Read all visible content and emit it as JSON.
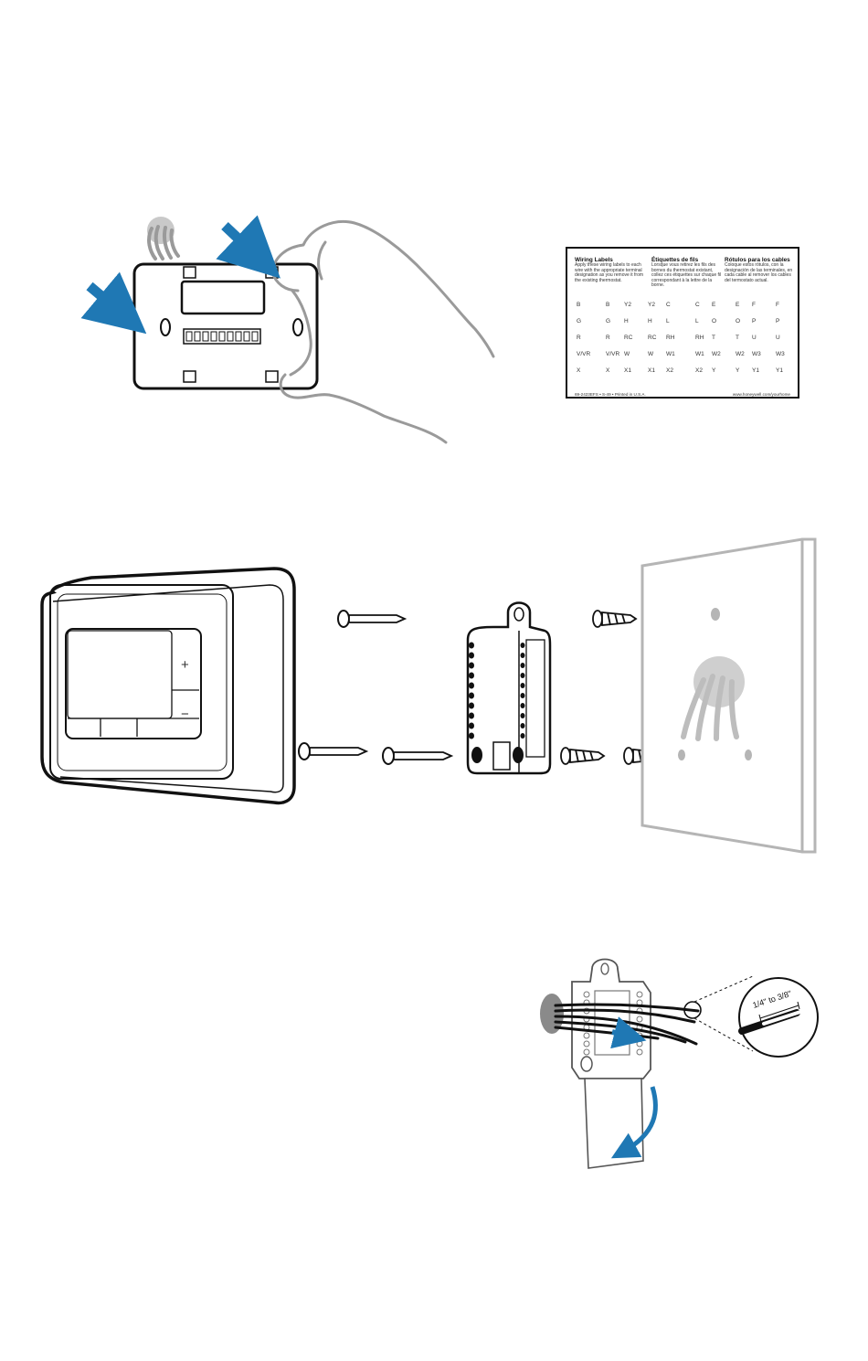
{
  "wiring_card": {
    "columns": [
      {
        "heading": "Wiring Labels",
        "text": "Apply these wiring labels to each wire with the appropriate terminal designation as you remove it from the existing thermostat."
      },
      {
        "heading": "Étiquettes de fils",
        "text": "Lorsque vous retirez les fils des bornes du thermostat existant, collez ces étiquettes sur chaque fil correspondant à la lettre de la borne."
      },
      {
        "heading": "Rótulos para los cables",
        "text": "Coloque estos rótulos, con la designación de las terminales, en cada cable al remover los cables del termostato actual."
      }
    ],
    "rows": [
      [
        "B",
        "B",
        "Y2",
        "Y2",
        "C",
        "C",
        "E",
        "E",
        "F",
        "F"
      ],
      [
        "G",
        "G",
        "H",
        "H",
        "L",
        "L",
        "O",
        "O",
        "P",
        "P"
      ],
      [
        "R",
        "R",
        "RC",
        "RC",
        "RH",
        "RH",
        "T",
        "T",
        "U",
        "U"
      ],
      [
        "V/VR",
        "V/VR",
        "W",
        "W",
        "W1",
        "W1",
        "W2",
        "W2",
        "W3",
        "W3"
      ],
      [
        "X",
        "X",
        "X1",
        "X1",
        "X2",
        "X2",
        "Y",
        "Y",
        "Y1",
        "Y1"
      ]
    ],
    "footer_left": "69-2423EFS  •  S-49  •  Printed in U.S.A.",
    "footer_right": "www.honeywell.com/yourhome"
  },
  "thermostat": {
    "plus": "+",
    "minus": "−"
  },
  "strip_gauge": "1/4\" to 3/8\"",
  "colors": {
    "arrow_blue": "#1f78b4",
    "outline": "#1a1a1a",
    "wall_gray": "#b5b5b5",
    "hand_gray": "#9a9a9a"
  }
}
